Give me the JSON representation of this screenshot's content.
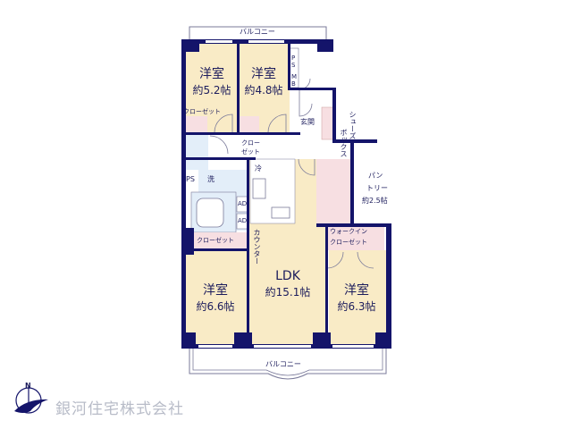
{
  "colors": {
    "wall": "#14146a",
    "room": "#f9ebc6",
    "wet": "#e3eef9",
    "closet": "#f7dfe2",
    "line": "#7a7a9a"
  },
  "rooms": {
    "western_1": {
      "name": "洋室",
      "area": "約5.2帖"
    },
    "western_2": {
      "name": "洋室",
      "area": "約4.8帖"
    },
    "western_3": {
      "name": "洋室",
      "area": "約6.6帖"
    },
    "western_4": {
      "name": "洋室",
      "area": "約6.3帖"
    },
    "ldk": {
      "name": "LDK",
      "area": "約15.1帖"
    },
    "pantry": {
      "name_1": "パン",
      "name_2": "トリー",
      "area": "約2.5帖"
    }
  },
  "labels": {
    "balcony_top": "バルコニー",
    "balcony_bottom": "バルコニー",
    "closet_1": "クローゼット",
    "closet_2_line1": "クロー",
    "closet_2_line2": "ゼット",
    "closet_3": "クローゼット",
    "walkin_line1": "ウォークイン",
    "walkin_line2": "クローゼット",
    "entrance": "玄関",
    "shoes_1": "シューズ",
    "shoes_2": "ボックス",
    "ps_top_1": "P",
    "ps_top_2": "S",
    "mb_1": "M",
    "mb_2": "B",
    "ps": "PS",
    "washer": "洗",
    "fridge": "冷",
    "ad_1": "AD",
    "ad_2": "AD",
    "counter": "カウンター"
  },
  "compass": {
    "north": "N",
    "icon": "compass-bird-icon"
  },
  "company": {
    "name": "銀河住宅株式会社"
  }
}
